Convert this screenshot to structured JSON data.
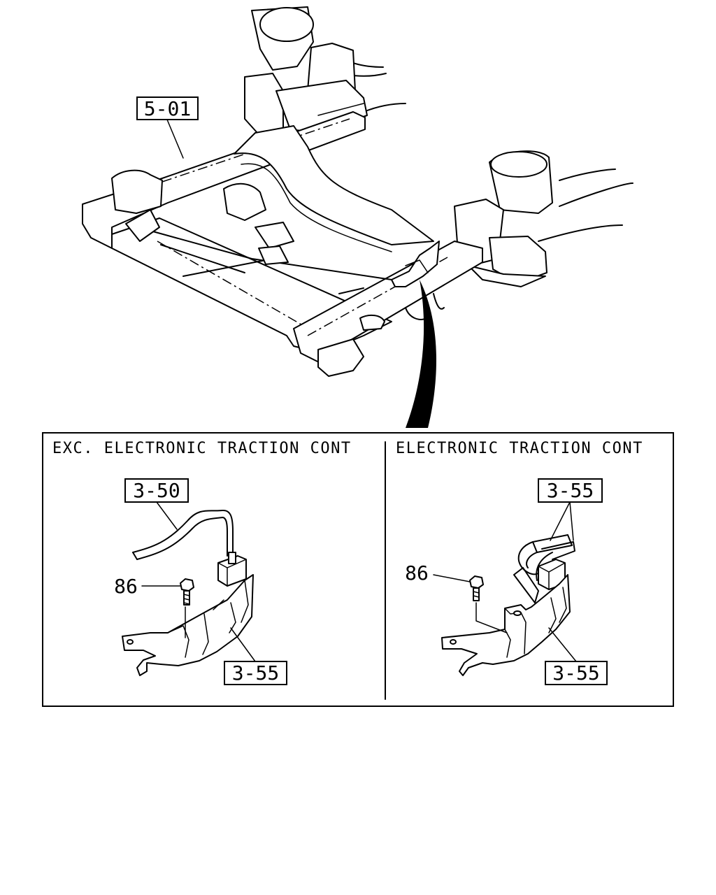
{
  "callouts": {
    "frame_ref": "5-01",
    "left_pipe": "3-50",
    "left_bracket": "3-55",
    "left_bolt": "86",
    "right_pipes": "3-55",
    "right_bracket": "3-55",
    "right_bolt": "86"
  },
  "sections": {
    "left_title": "EXC. ELECTRONIC TRACTION CONT",
    "right_title": "ELECTRONIC TRACTION CONT"
  }
}
